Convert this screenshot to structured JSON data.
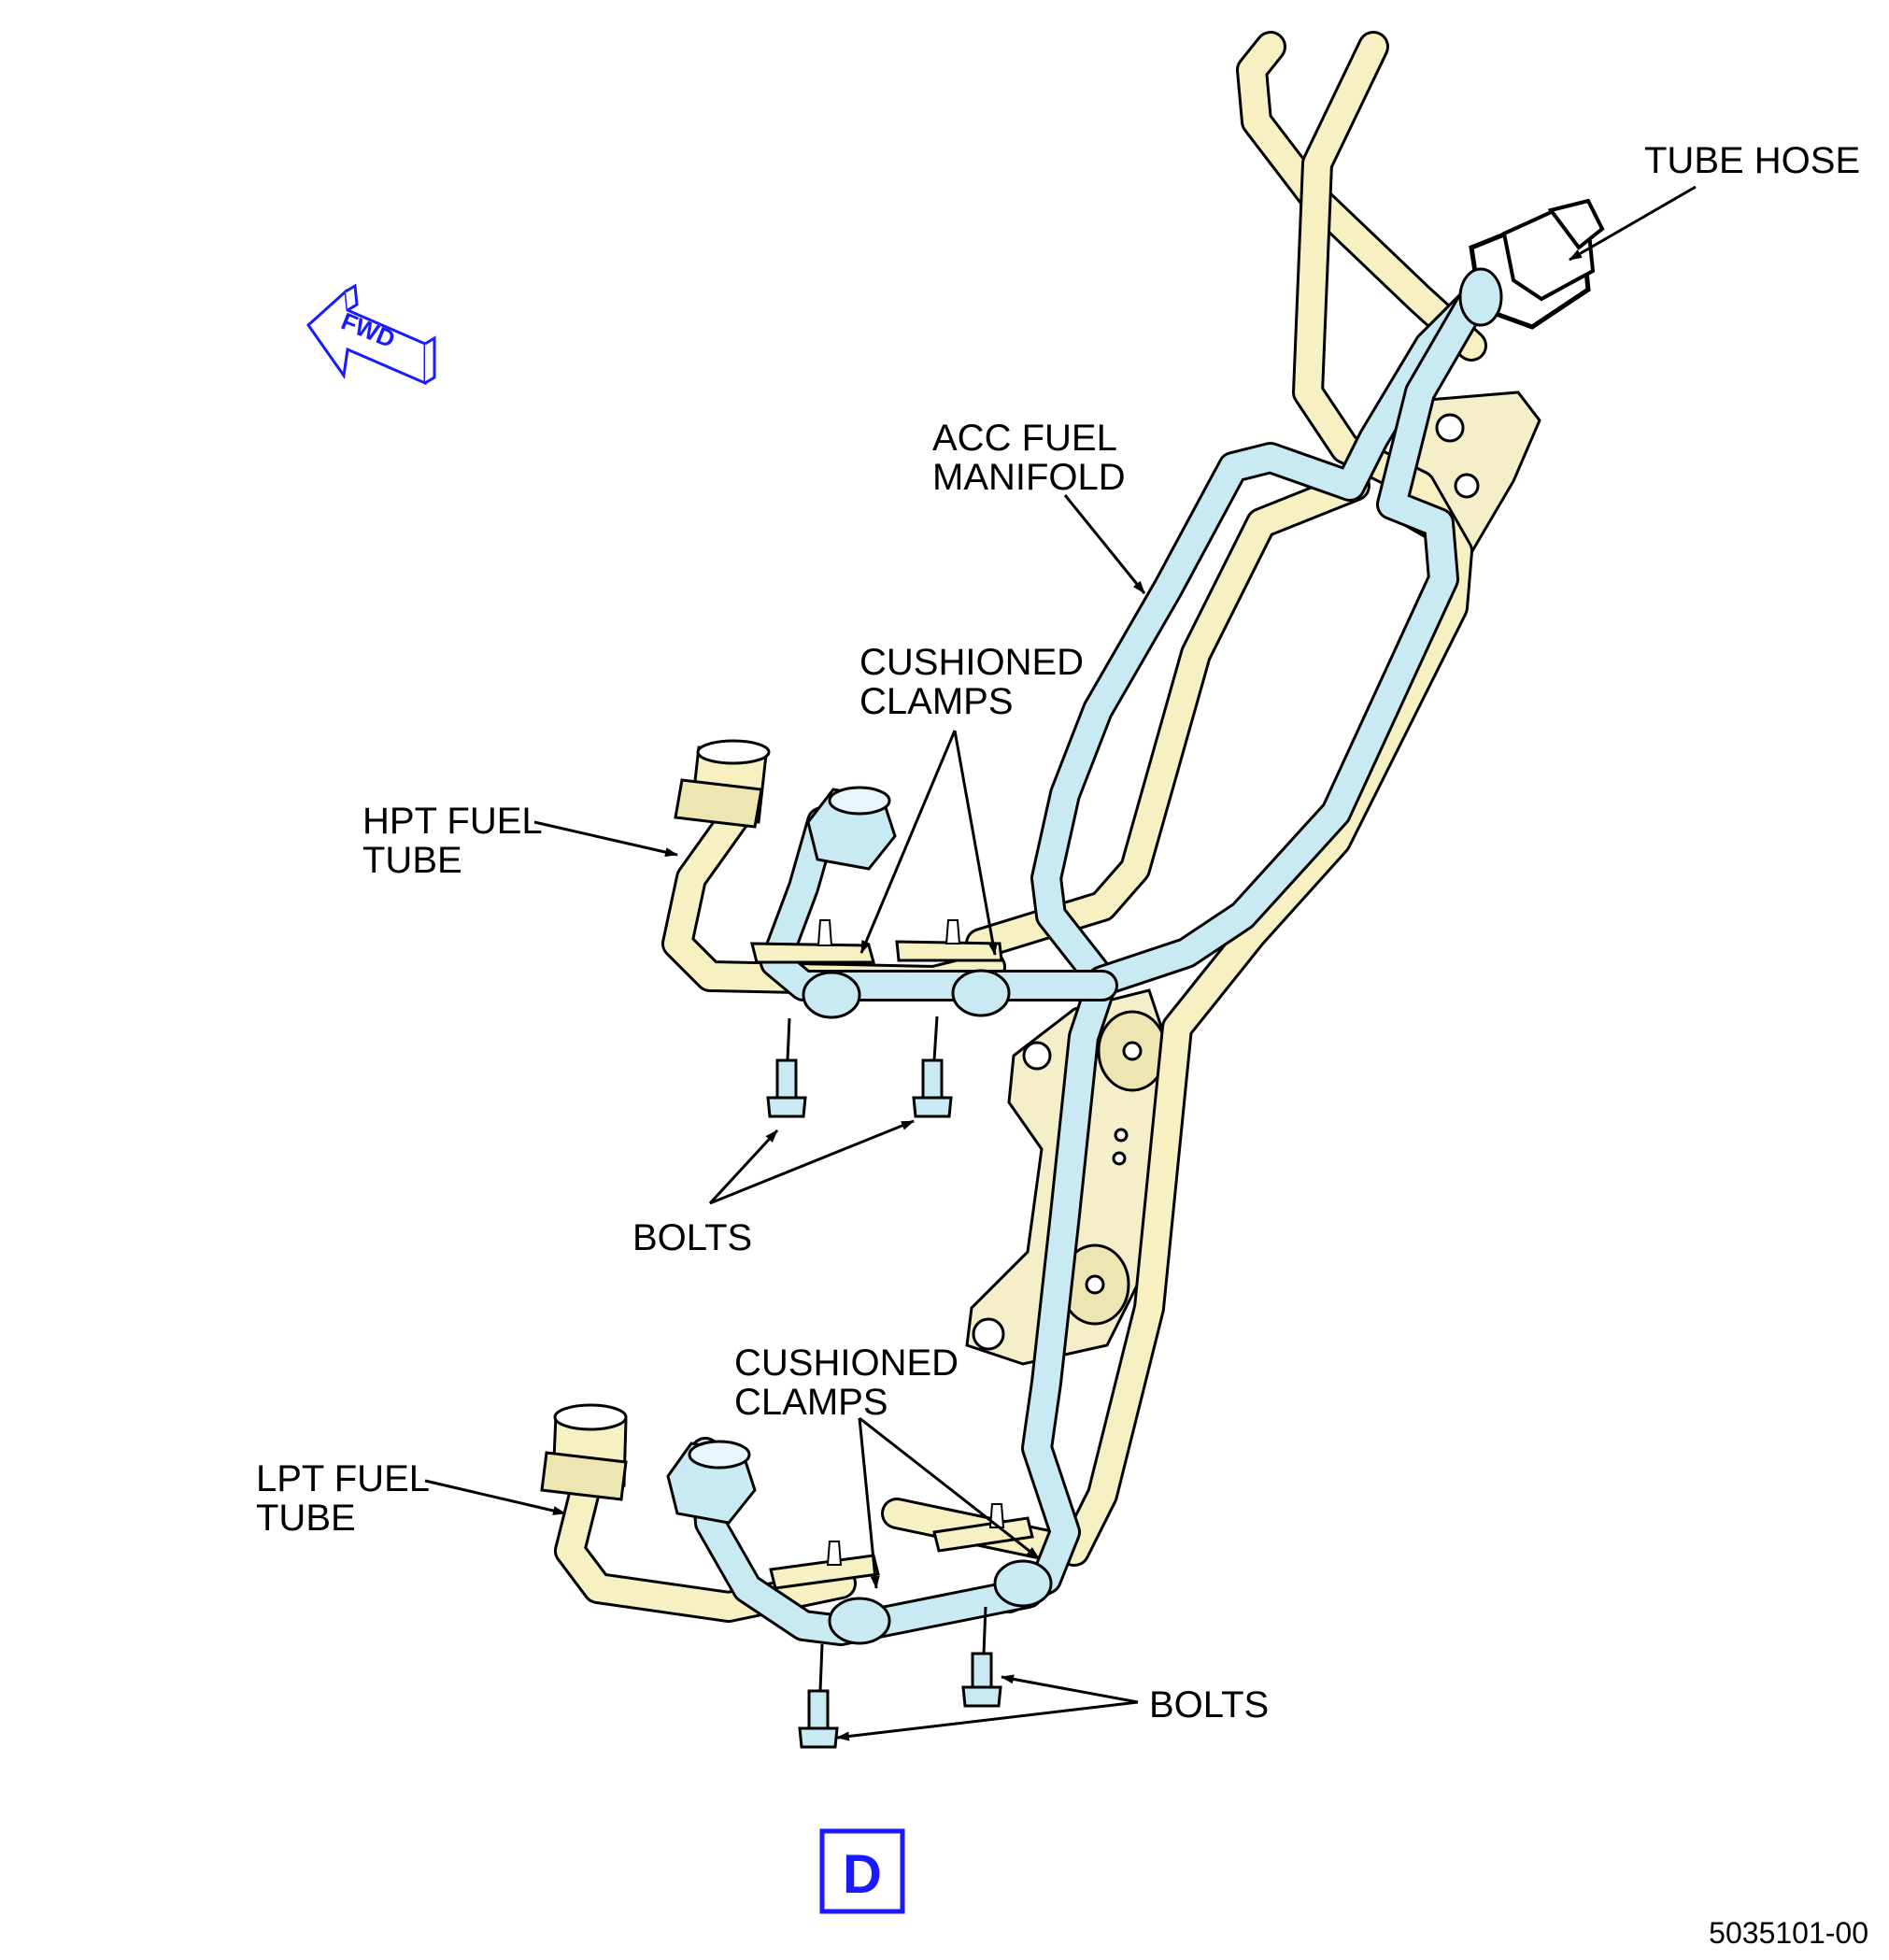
{
  "labels": {
    "tube_hose": "TUBE HOSE",
    "acc_manifold_line1": "ACC FUEL",
    "acc_manifold_line2": "MANIFOLD",
    "clamps_upper_line1": "CUSHIONED",
    "clamps_upper_line2": "CLAMPS",
    "hpt_tube_line1": "HPT FUEL",
    "hpt_tube_line2": "TUBE",
    "bolts_upper": "BOLTS",
    "clamps_lower_line1": "CUSHIONED",
    "clamps_lower_line2": "CLAMPS",
    "lpt_tube_line1": "LPT FUEL",
    "lpt_tube_line2": "TUBE",
    "bolts_lower": "BOLTS"
  },
  "fwd_indicator": "FWD",
  "view_letter": "D",
  "figure_number": "5035101-00",
  "colors": {
    "yellow_tube": "#f6f0c2",
    "blue_tube": "#c9eaf2",
    "bracket": "#f4efc8",
    "view_accent": "#1a1aff",
    "line": "#000000"
  }
}
